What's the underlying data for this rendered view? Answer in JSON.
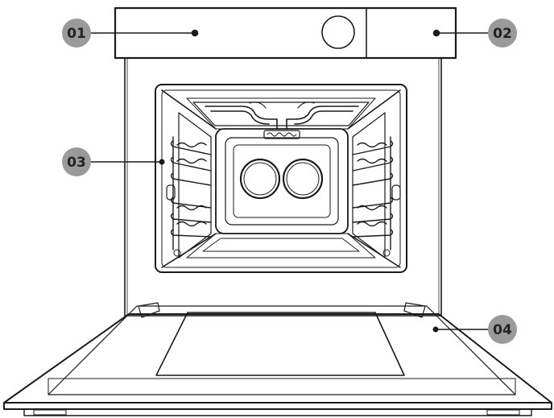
{
  "diagram": {
    "callouts": [
      {
        "id": "01",
        "label": "01",
        "target": "control-panel"
      },
      {
        "id": "02",
        "label": "02",
        "target": "control-panel-right"
      },
      {
        "id": "03",
        "label": "03",
        "target": "side-shelf-rails"
      },
      {
        "id": "04",
        "label": "04",
        "target": "oven-door"
      }
    ],
    "colors": {
      "line": "#1a1a1a",
      "badge": "#9a9a9a",
      "badge_text": "#222222",
      "background": "#ffffff"
    }
  }
}
